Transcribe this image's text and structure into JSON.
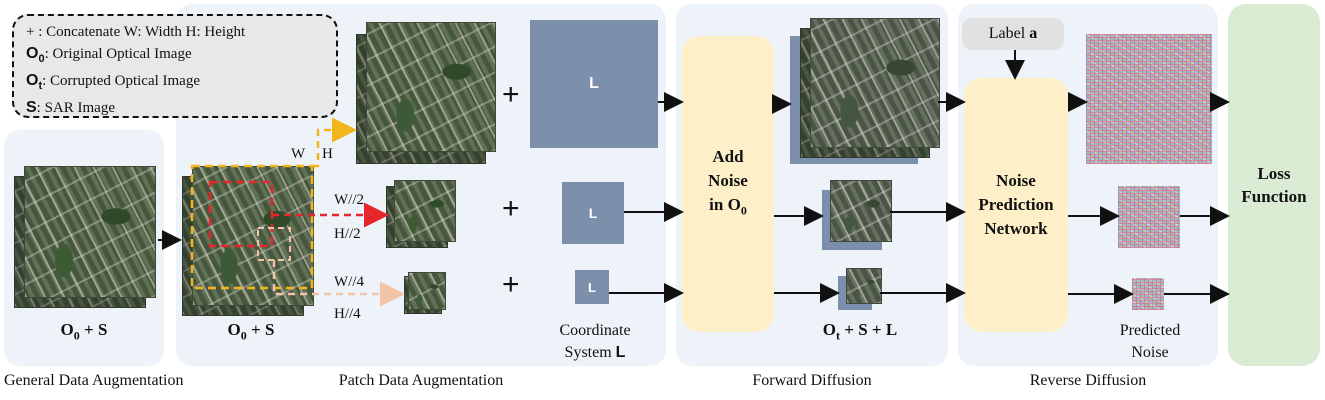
{
  "legend": {
    "line1": "+ : Concatenate W: Width  H: Height",
    "o0_symbol": "O",
    "o0_sub": "0",
    "o0_text": ": Original Optical Image",
    "ot_symbol": "O",
    "ot_sub": "t",
    "ot_text": ": Corrupted Optical Image",
    "s_symbol": "S",
    "s_text": ": SAR Image"
  },
  "panels": {
    "general": {
      "caption": "General Data Augmentation",
      "formula_main": "O",
      "formula_sub": "0",
      "formula_rest": " + S"
    },
    "patch": {
      "caption": "Patch Data Augmentation",
      "formula_main": "O",
      "formula_sub": "0",
      "formula_rest": " + S"
    },
    "forward": {
      "caption": "Forward Diffusion",
      "formula_main": "O",
      "formula_sub": "t",
      "formula_rest": " + S + L"
    },
    "reverse": {
      "caption": "Reverse Diffusion"
    }
  },
  "patch_labels": {
    "w": "W",
    "h": "H",
    "w2": "W//2",
    "h2": "H//2",
    "w4": "W//4",
    "h4": "H//4"
  },
  "coordinate": {
    "l_letter": "L",
    "caption_line1": "Coordinate",
    "caption_line2": "System ",
    "caption_bold": "L"
  },
  "plus_sign": "+",
  "add_noise": {
    "line1": "Add",
    "line2": "Noise",
    "line3": "in O",
    "line3_sub": "0"
  },
  "noise_network": {
    "line1": "Noise",
    "line2": "Prediction",
    "line3": "Network"
  },
  "label_a": {
    "text": "Label ",
    "bold": "a"
  },
  "predicted_noise": {
    "line1": "Predicted",
    "line2": "Noise"
  },
  "loss": {
    "line1": "Loss",
    "line2": "Function"
  },
  "colors": {
    "panel": "#edf3f9",
    "coord_box": "#7d90ab",
    "add_noise": "#fdf0c8",
    "loss": "#d9ebd3",
    "full_patch": "#f2b51c",
    "half_patch": "#e6262a",
    "quarter_patch": "#f4c4a8"
  }
}
